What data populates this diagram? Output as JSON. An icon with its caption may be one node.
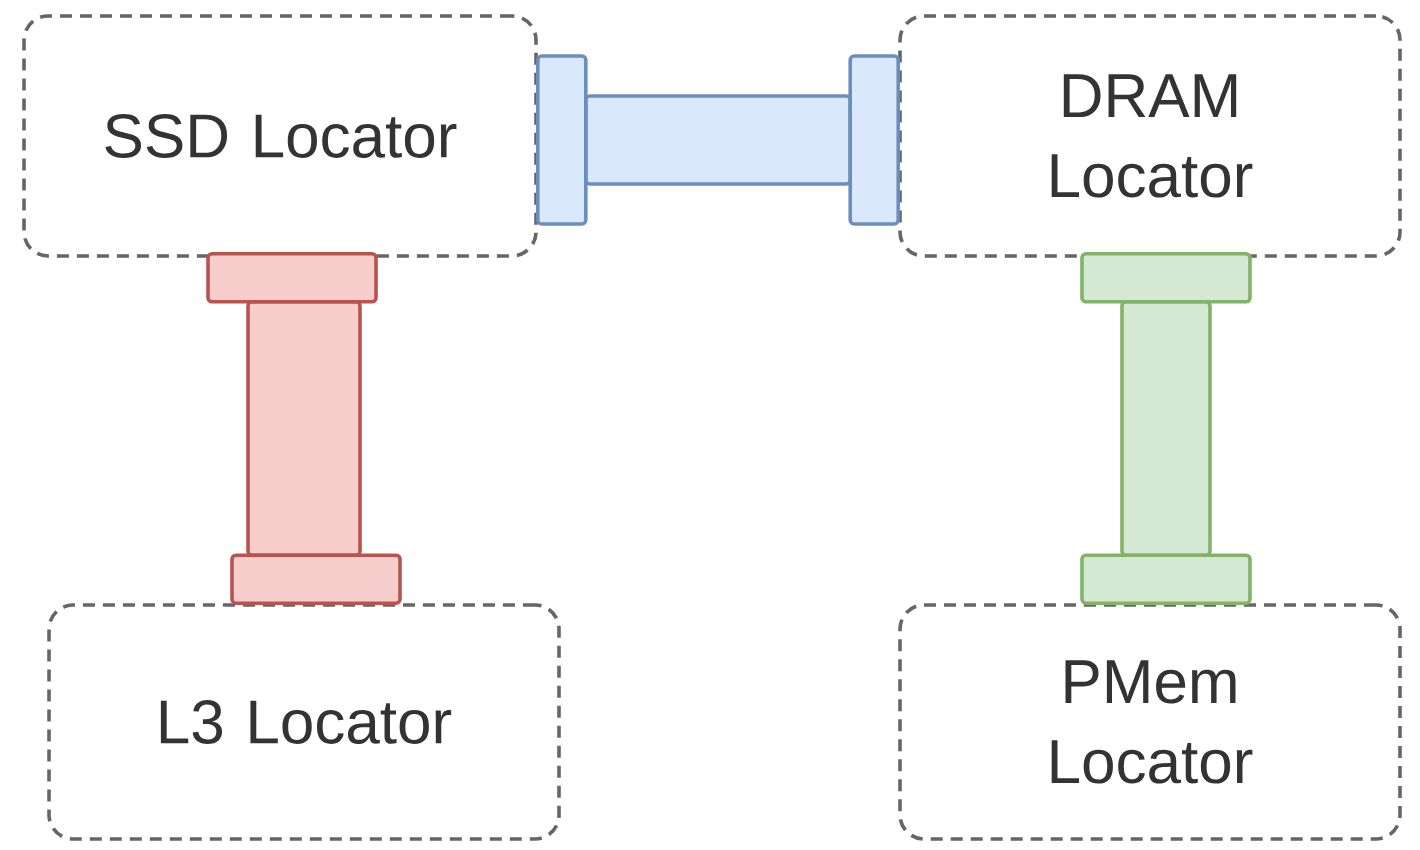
{
  "diagram": {
    "nodes": [
      {
        "text": [
          "SSD Locator"
        ]
      },
      {
        "text": [
          "DRAM Locator"
        ]
      },
      {
        "text": [
          "L3 Locator"
        ]
      },
      {
        "text": [
          "PMem Locator"
        ]
      }
    ],
    "edges": [
      {
        "from": 0,
        "to": 1,
        "arrow": "other",
        "color": "#6c8ebf"
      },
      {
        "from": 0,
        "to": 2,
        "arrow": "other",
        "color": "#b85450"
      },
      {
        "from": 1,
        "to": 3,
        "arrow": "other",
        "color": "#82b366"
      }
    ]
  }
}
